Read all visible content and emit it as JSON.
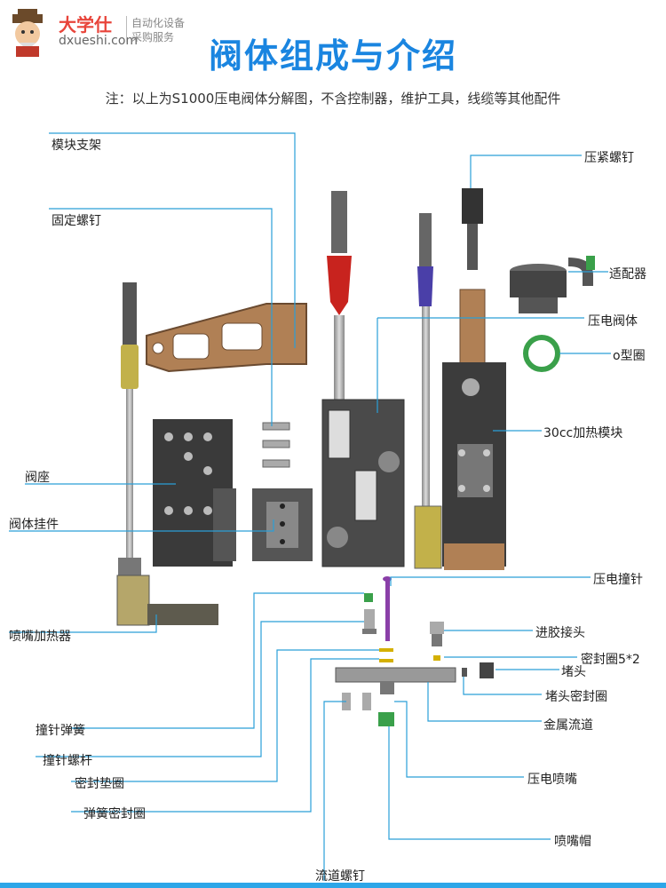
{
  "header": {
    "brand_cn": "大学仕",
    "brand_en": "dxueshi.com",
    "slogan_line1": "自动化设备",
    "slogan_line2": "采购服务",
    "title": "阀体组成与介绍",
    "subtitle": "注：以上为S1000压电阀体分解图，不含控制器，维护工具，线缆等其他配件"
  },
  "labels": {
    "module_bracket": "模块支架",
    "fixing_screw": "固定螺钉",
    "valve_seat": "阀座",
    "valve_hanger": "阀体挂件",
    "nozzle_heater": "喷嘴加热器",
    "needle_spring": "撞针弹簧",
    "needle_screw_rod": "撞针螺杆",
    "seal_gasket": "密封垫圈",
    "spring_seal": "弹簧密封圈",
    "channel_screw": "流道螺钉",
    "compression_screw": "压紧螺钉",
    "adapter": "适配器",
    "piezo_valve_body": "压电阀体",
    "o_ring": "o型圈",
    "heating_module": "30cc加热模块",
    "piezo_needle": "压电撞针",
    "glue_inlet": "进胶接头",
    "seal_ring": "密封圈5*2",
    "plug": "堵头",
    "plug_seal": "堵头密封圈",
    "metal_channel": "金属流道",
    "piezo_nozzle": "压电喷嘴",
    "nozzle_cap": "喷嘴帽"
  },
  "colors": {
    "title": "#1a85e0",
    "leader_line": "#2a9fd8",
    "bronze": "#b08055",
    "dark_grey": "#3f3f3f",
    "red_cable": "#c8231e",
    "blue_cable": "#4a3fa8",
    "olive": "#c2b14a",
    "green_ring": "#3aa04a"
  }
}
